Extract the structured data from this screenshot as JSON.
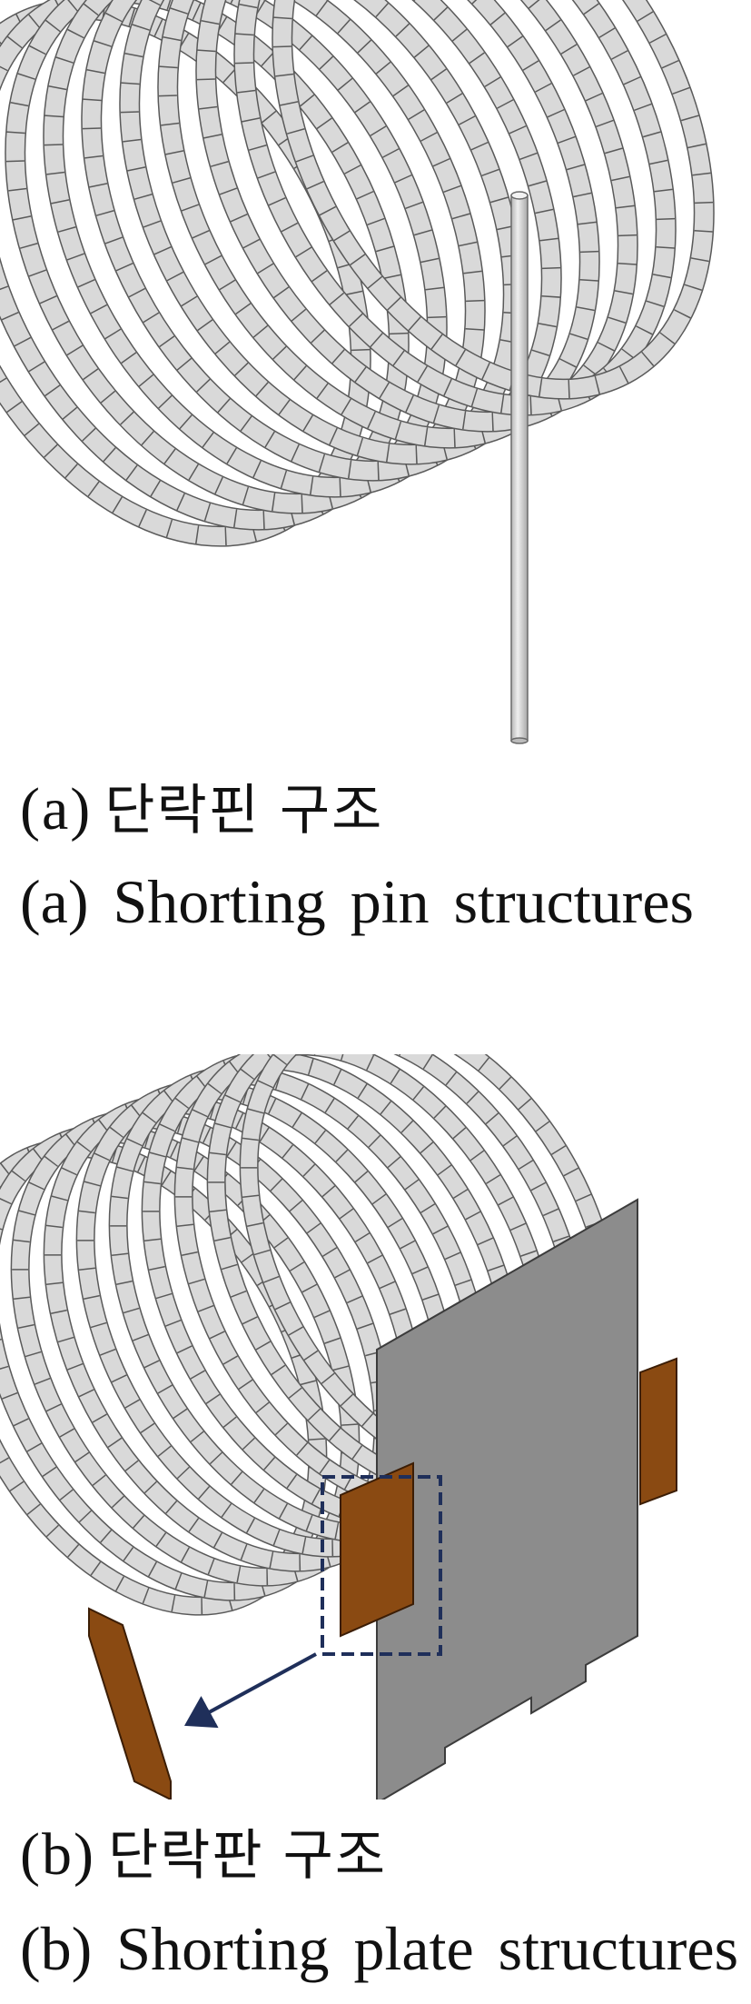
{
  "captions": {
    "a": {
      "label": "(a)",
      "korean": "단락핀 구조",
      "english": "(a) Shorting pin structures"
    },
    "b": {
      "label": "(b)",
      "korean": "단락판 구조",
      "english": "(b) Shorting plate structures"
    }
  },
  "colors": {
    "coil": "#d9d9d9",
    "coil_edge": "#5a5a5a",
    "pin": "#cfcfcf",
    "plate": "#8c8c8c",
    "copper_pad": "#8a4a12",
    "highlight_box": "#1f2f5a",
    "arrow": "#1f2f5a"
  },
  "components": {
    "a": [
      "helical-coil",
      "shorting-pin"
    ],
    "b": [
      "helical-coil",
      "shorting-plate",
      "copper-pads",
      "detail-highlight",
      "detail-pad"
    ]
  }
}
